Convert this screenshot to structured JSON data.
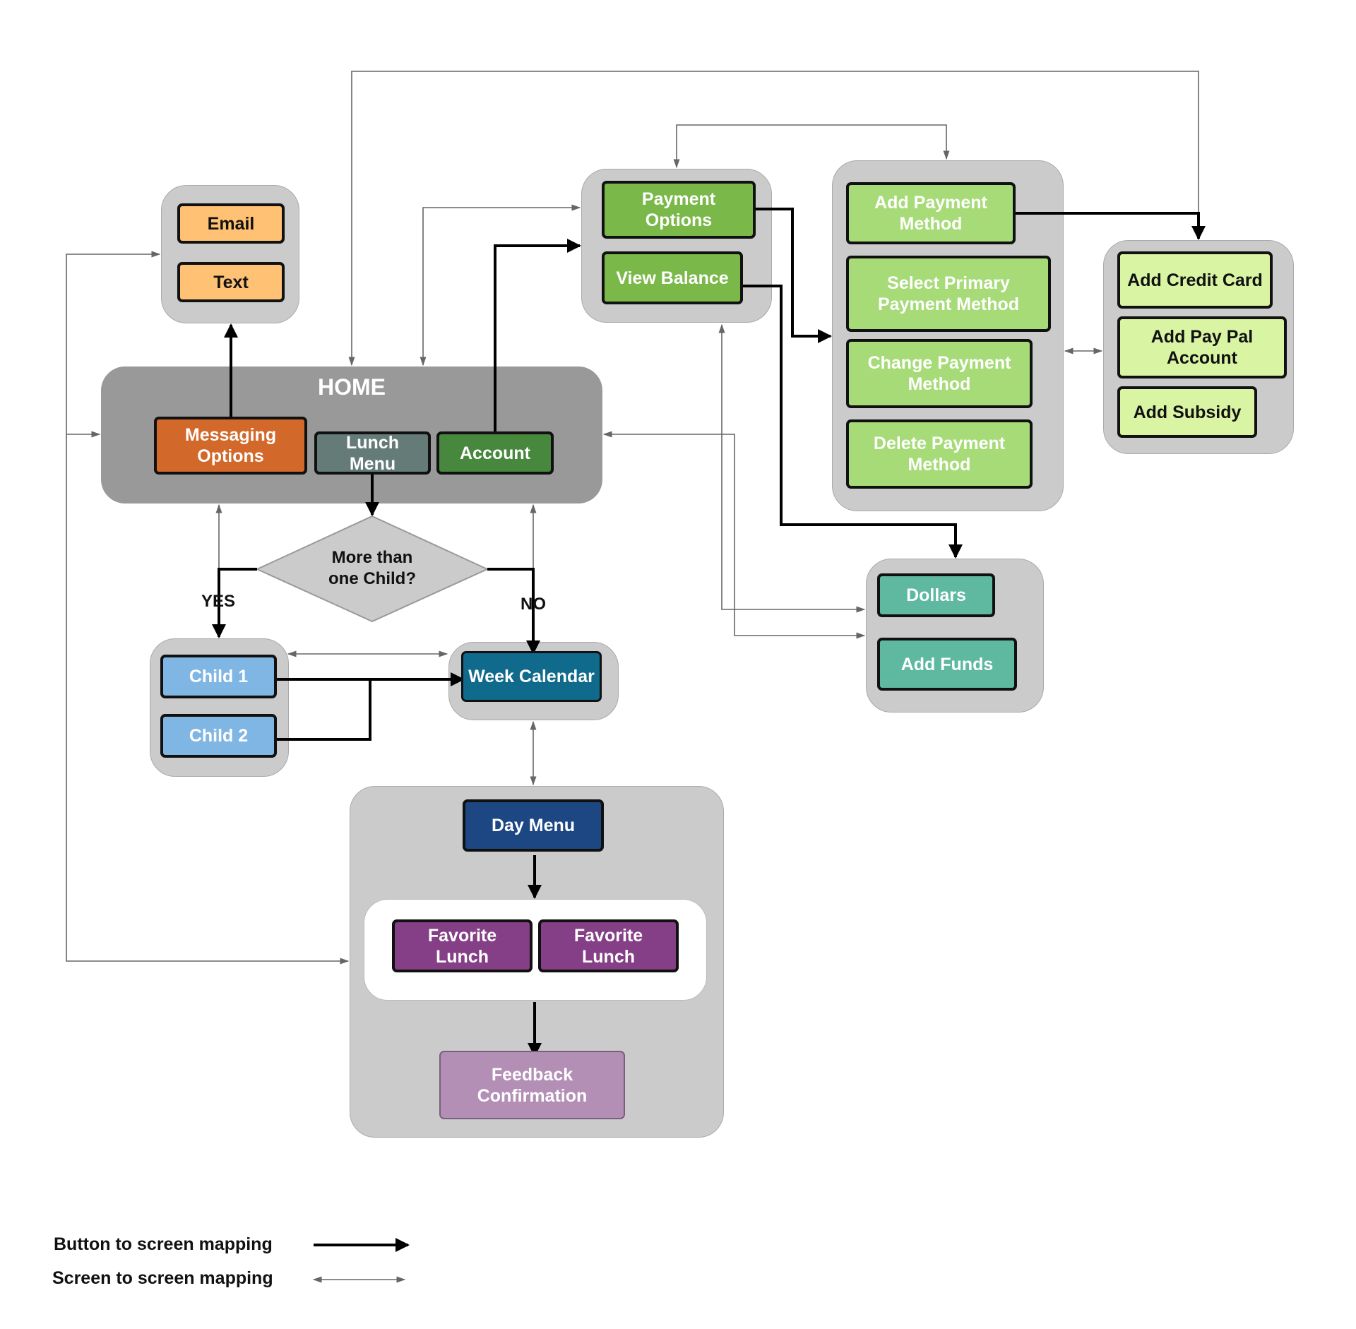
{
  "home": {
    "title": "HOME"
  },
  "buttons": {
    "messaging_options": "Messaging\nOptions",
    "lunch_menu": "Lunch Menu",
    "account": "Account",
    "email": "Email",
    "text": "Text",
    "payment_options": "Payment\nOptions",
    "view_balance": "View Balance",
    "add_payment_method": "Add Payment\nMethod",
    "select_primary_payment_method": "Select Primary\nPayment Method",
    "change_payment_method": "Change Payment\nMethod",
    "delete_payment_method": "Delete Payment\nMethod",
    "add_credit_card": "Add Credit Card",
    "add_pay_pal_account": "Add Pay Pal\nAccount",
    "add_subsidy": "Add Subsidy",
    "dollars": "Dollars",
    "add_funds": "Add Funds",
    "child_1": "Child 1",
    "child_2": "Child 2",
    "week_calendar": "Week Calendar",
    "day_menu": "Day Menu",
    "favorite_lunch_1": "Favorite Lunch",
    "favorite_lunch_2": "Favorite Lunch",
    "feedback_confirmation": "Feedback\nConfirmation"
  },
  "decision": {
    "question": "More than\none Child?",
    "yes": "YES",
    "no": "NO"
  },
  "legend": {
    "button_to_screen": "Button to screen mapping",
    "screen_to_screen": "Screen to screen mapping"
  },
  "colors": {
    "orange": "#d2692a",
    "slate": "#647b78",
    "dark_green": "#48873e",
    "light_orange": "#ffc274",
    "mid_green": "#7bb84a",
    "light_green": "#a6db78",
    "pale_green": "#d9f5a4",
    "teal": "#5fb8a0",
    "light_blue": "#7fb6e3",
    "ocean": "#0f6a8b",
    "navy": "#1c4782",
    "purple": "#843f86",
    "lilac": "#b38fb6"
  }
}
